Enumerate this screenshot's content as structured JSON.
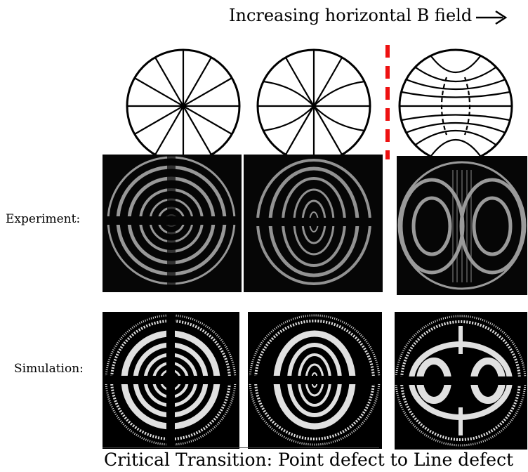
{
  "header": {
    "text": "Increasing horizontal B field",
    "arrow_icon": "right-arrow-icon"
  },
  "rows": {
    "experiment_label": "Experiment:",
    "simulation_label": "Simulation:"
  },
  "stages": [
    {
      "name": "point-defect-radial"
    },
    {
      "name": "point-defect-bent"
    },
    {
      "name": "line-defect"
    }
  ],
  "divider": {
    "color": "#ee1111",
    "style": "dashed"
  },
  "footer": {
    "text": "Critical Transition: Point defect to Line defect"
  }
}
